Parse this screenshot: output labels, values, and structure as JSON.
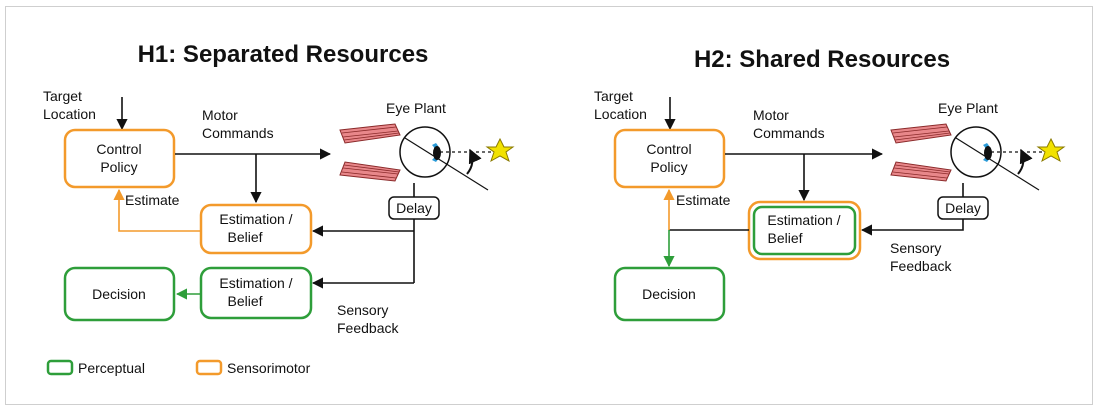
{
  "colors": {
    "perceptual": "#2e9e3a",
    "sensorimotor": "#f39a2b",
    "muscle": "#e8878a",
    "iris": "#2b9bd8",
    "star": "#f2e200"
  },
  "icons": [
    "eye-icon",
    "muscle-icon",
    "star-icon"
  ],
  "h1": {
    "title": "H1: Separated Resources",
    "target_line1": "Target",
    "target_line2": "Location",
    "motor_line1": "Motor",
    "motor_line2": "Commands",
    "eye_plant": "Eye Plant",
    "control_line1": "Control",
    "control_line2": "Policy",
    "estimate": "Estimate",
    "delay": "Delay",
    "est_sm_line1": "Estimation /",
    "est_sm_line2": "Belief",
    "est_p_line1": "Estimation /",
    "est_p_line2": "Belief",
    "decision": "Decision",
    "feedback_line1": "Sensory",
    "feedback_line2": "Feedback"
  },
  "h2": {
    "title": "H2: Shared Resources",
    "target_line1": "Target",
    "target_line2": "Location",
    "motor_line1": "Motor",
    "motor_line2": "Commands",
    "eye_plant": "Eye Plant",
    "control_line1": "Control",
    "control_line2": "Policy",
    "estimate": "Estimate",
    "delay": "Delay",
    "est_line1": "Estimation /",
    "est_line2": "Belief",
    "decision": "Decision",
    "feedback_line1": "Sensory",
    "feedback_line2": "Feedback"
  },
  "legend": {
    "perceptual": "Perceptual",
    "sensorimotor": "Sensorimotor"
  }
}
